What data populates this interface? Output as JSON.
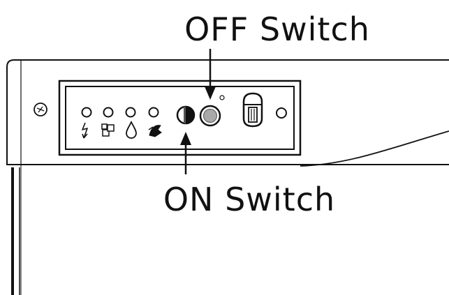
{
  "callouts": {
    "off_label": "OFF Switch",
    "on_label": "ON Switch"
  },
  "panel": {
    "indicators": [
      {
        "icon": "lightning-icon"
      },
      {
        "icon": "ice-cubes-icon"
      },
      {
        "icon": "water-drop-icon"
      },
      {
        "icon": "defrost-icon"
      }
    ],
    "controls": [
      "on-switch",
      "off-switch",
      "thermostat-knob",
      "pilot-light"
    ]
  }
}
